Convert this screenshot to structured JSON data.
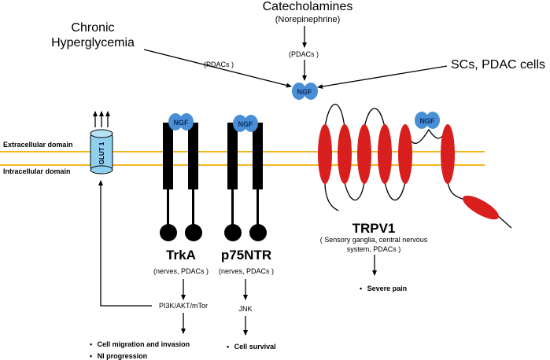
{
  "sources": {
    "hyperglycemia_line1": "Chronic",
    "hyperglycemia_line2": "Hyperglycemia",
    "catecholamines": "Catecholamines",
    "norepinephrine": "(Norepinephrine)",
    "scs": "SCs, PDAC cells",
    "pdacs_left": "(PDACs )",
    "pdacs_top": "(PDACs )"
  },
  "ngf_label": "NGF",
  "membrane": {
    "extracellular": "Extracellular domain",
    "intracellular": "Intracellular domain",
    "color": "#f2b71f"
  },
  "glut": {
    "label": "GLUT 1",
    "color": "#8fd0ee"
  },
  "trka": {
    "name": "TrkA",
    "sub": "(nerves, PDACs )",
    "pathway": "PI3K/AKT/mTor",
    "outcomes": [
      "Cell migration and invasion",
      "NI progression"
    ]
  },
  "p75": {
    "name": "p75NTR",
    "sub": "(nerves, PDACs )",
    "pathway": "JNK",
    "outcomes": [
      "Cell survival"
    ]
  },
  "trpv1": {
    "name": "TRPV1",
    "sub_line1": "( Sensory ganglia, central nervous",
    "sub_line2": "system, PDACs )",
    "outcomes": [
      "Severe pain"
    ],
    "color": "#d91e1e"
  },
  "colors": {
    "ngf": "#4a8fd6"
  }
}
